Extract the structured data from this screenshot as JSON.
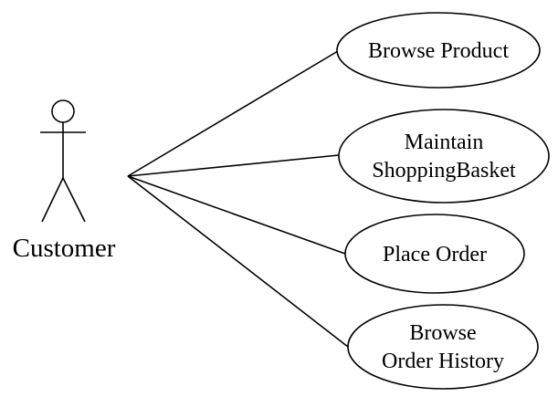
{
  "actor": {
    "name": "Customer"
  },
  "use_cases": [
    {
      "lines": [
        "Browse Product"
      ]
    },
    {
      "lines": [
        "Maintain",
        "ShoppingBasket"
      ]
    },
    {
      "lines": [
        "Place Order"
      ]
    },
    {
      "lines": [
        "Browse",
        "Order History"
      ]
    }
  ]
}
